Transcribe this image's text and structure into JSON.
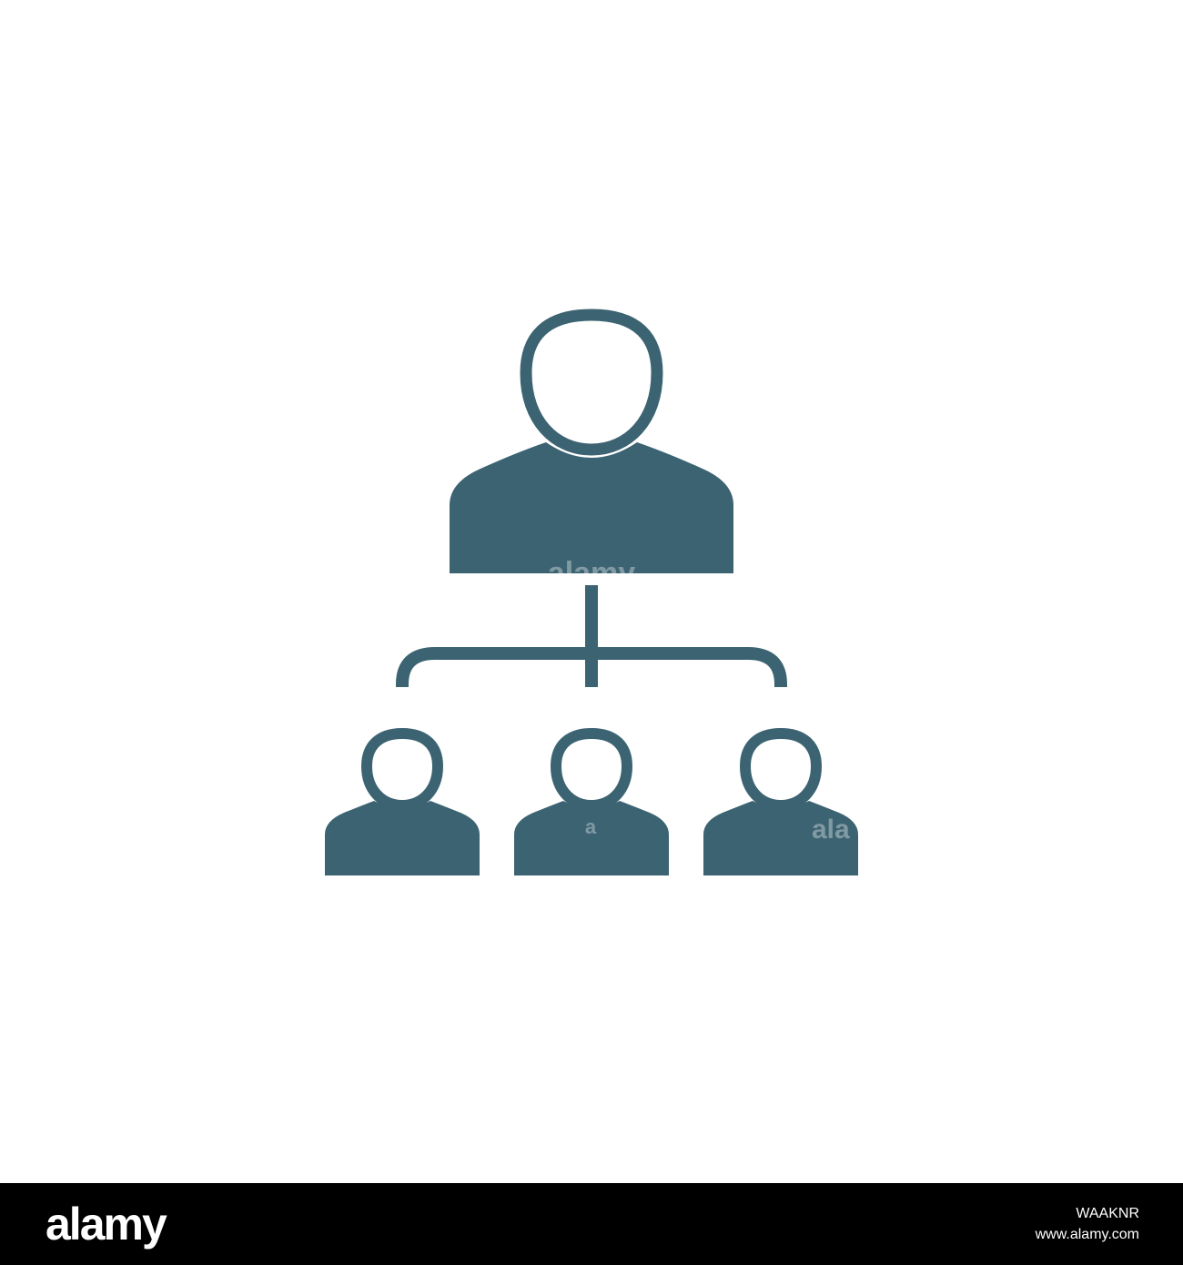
{
  "diagram": {
    "icon": "org-hierarchy-icon",
    "nodes": [
      {
        "id": "manager",
        "icon": "person-icon",
        "level": 0
      },
      {
        "id": "report-left",
        "icon": "person-icon",
        "level": 1
      },
      {
        "id": "report-center",
        "icon": "person-icon",
        "level": 1
      },
      {
        "id": "report-right",
        "icon": "person-icon",
        "level": 1
      }
    ],
    "edges": [
      {
        "from": "manager",
        "to": "report-left"
      },
      {
        "from": "manager",
        "to": "report-center"
      },
      {
        "from": "manager",
        "to": "report-right"
      }
    ]
  },
  "colors": {
    "icon": "#3c6372",
    "background": "#ffffff",
    "footer": "#000000",
    "footer_text": "#ffffff"
  },
  "watermark": {
    "text": "alamy",
    "fragment_center": "a",
    "fragment_right": "ala"
  },
  "footer": {
    "logo": "alamy",
    "image_id": "WAAKNR",
    "url": "www.alamy.com"
  }
}
